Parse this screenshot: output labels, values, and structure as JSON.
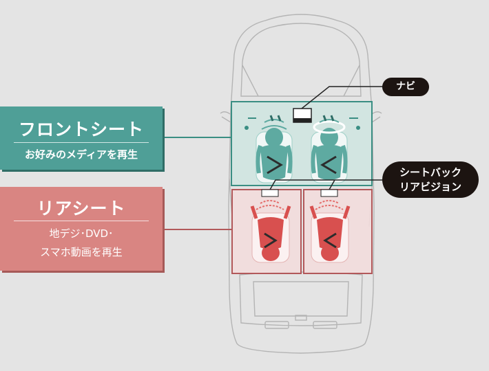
{
  "front_seat": {
    "title": "フロントシート",
    "subtitle": "お好みのメディアを再生",
    "color": "#4f9f97"
  },
  "rear_seat": {
    "title": "リアシート",
    "subtitle_line1": "地デジ･DVD･",
    "subtitle_line2": "スマホ動画を再生",
    "color": "#d98582"
  },
  "callouts": {
    "navi": "ナビ",
    "seatback_line1": "シートバック",
    "seatback_line2": "リアビジョン"
  }
}
